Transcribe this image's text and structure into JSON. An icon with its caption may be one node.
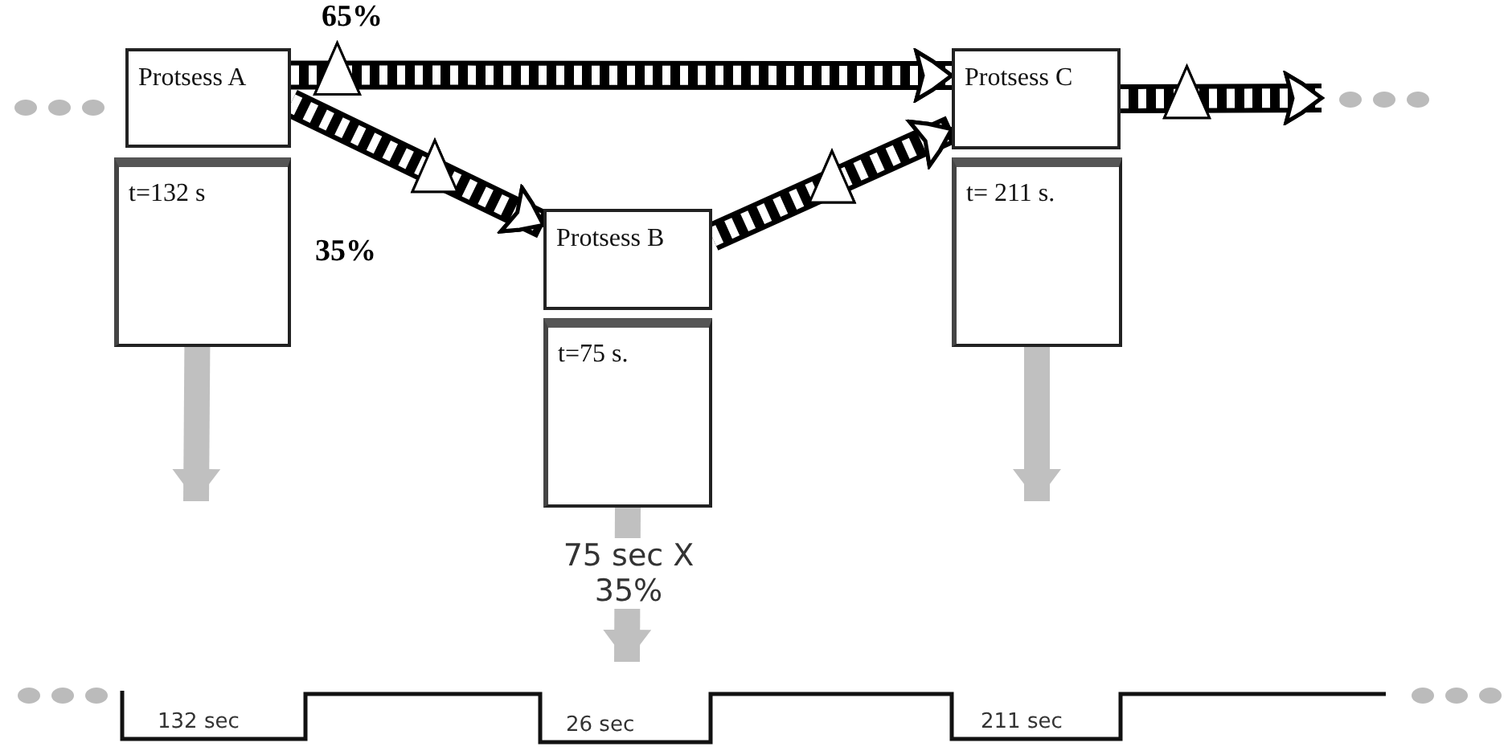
{
  "diagram": {
    "nodes": [
      {
        "text": [
          "Protsess A"
        ]
      },
      {
        "text": [
          "t=132 s"
        ]
      },
      {
        "text": [
          "Protsess B"
        ]
      },
      {
        "text": [
          "t=75 s."
        ]
      },
      {
        "text": [
          "Protsess C"
        ]
      },
      {
        "text": [
          "t= 211 s."
        ]
      }
    ],
    "edges": [
      {
        "from": 0,
        "to": 4,
        "arrow": "to",
        "label": "65%"
      },
      {
        "from": 0,
        "to": 2,
        "arrow": "to",
        "label": "35%"
      },
      {
        "from": 2,
        "to": 4,
        "arrow": "to"
      },
      {
        "from": 4,
        "to": null,
        "arrow": "to"
      },
      {
        "from": 1,
        "to": null,
        "arrow": "to",
        "color": "#c0c0c0"
      },
      {
        "from": 3,
        "to": null,
        "arrow": "to",
        "color": "#c0c0c0",
        "label": "75 sec X 35%"
      },
      {
        "from": 5,
        "to": null,
        "arrow": "to",
        "color": "#c0c0c0"
      }
    ],
    "labels": [
      "132 sec",
      "26 sec",
      "211 sec"
    ]
  }
}
